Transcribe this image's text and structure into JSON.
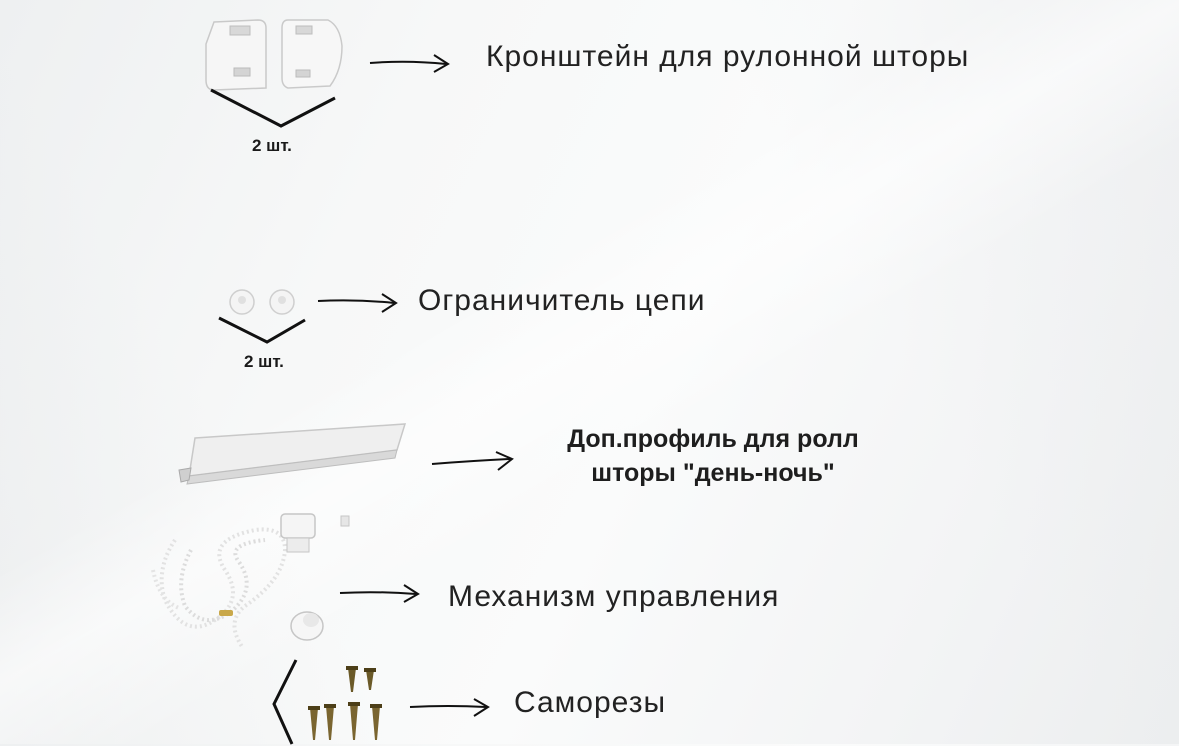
{
  "items": [
    {
      "label": "Кронштейн для рулонной шторы",
      "count": "2 шт."
    },
    {
      "label": "Ограничитель цепи",
      "count": "2 шт."
    },
    {
      "label_line1": "Доп.профиль для ролл",
      "label_line2": "шторы \"день-ночь\""
    },
    {
      "label": "Механизм управления"
    },
    {
      "label": "Саморезы"
    }
  ]
}
